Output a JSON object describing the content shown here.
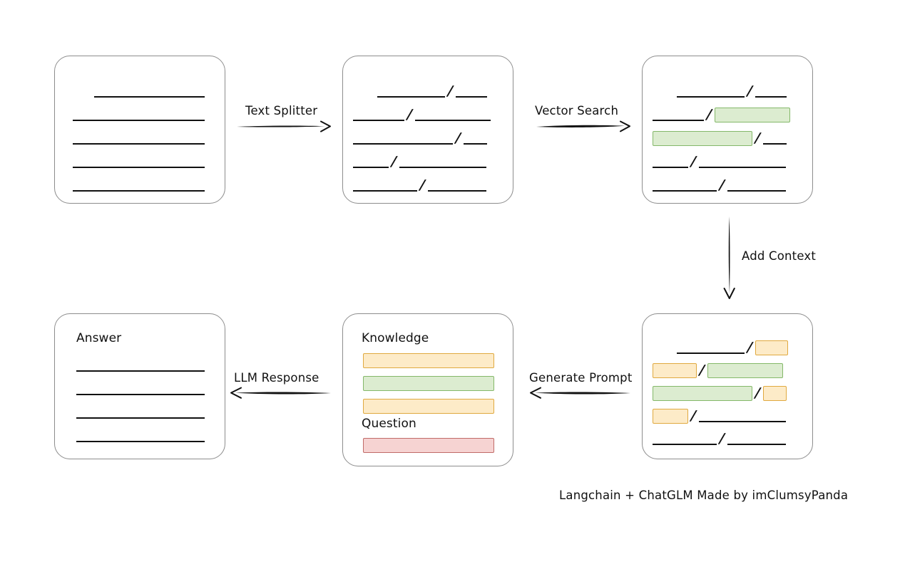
{
  "diagram": {
    "title_credit": "Langchain + ChatGLM Made by imClumsyPanda",
    "colors": {
      "card_border": "#8d8d8d",
      "line": "#111111",
      "green_fill": "#dcecd0",
      "green_border": "#84b869",
      "yellow_fill": "#fdebc8",
      "yellow_border": "#e0a93f",
      "red_fill": "#f6d3d2",
      "red_border": "#c16b68",
      "background": "#ffffff"
    },
    "arrows": [
      {
        "id": "text-splitter",
        "label": "Text Splitter",
        "direction": "right"
      },
      {
        "id": "vector-search",
        "label": "Vector Search",
        "direction": "right"
      },
      {
        "id": "add-context",
        "label": "Add Context",
        "direction": "down"
      },
      {
        "id": "generate-prompt",
        "label": "Generate Prompt",
        "direction": "left"
      },
      {
        "id": "llm-response",
        "label": "LLM Response",
        "direction": "left"
      }
    ],
    "cards": [
      {
        "id": "source-document",
        "label": "",
        "rows": [
          {
            "parts": [
              {
                "type": "line",
                "width": 155
              }
            ],
            "indent": 55
          },
          {
            "parts": [
              {
                "type": "line",
                "width": 185
              }
            ],
            "indent": 25
          },
          {
            "parts": [
              {
                "type": "line",
                "width": 185
              }
            ],
            "indent": 25
          },
          {
            "parts": [
              {
                "type": "line",
                "width": 185
              }
            ],
            "indent": 25
          },
          {
            "parts": [
              {
                "type": "line",
                "width": 185
              }
            ],
            "indent": 25
          }
        ]
      },
      {
        "id": "split-chunks",
        "label": "",
        "rows": [
          {
            "indent": 48,
            "parts": [
              {
                "type": "line",
                "width": 95
              },
              {
                "type": "slash"
              },
              {
                "type": "line",
                "width": 44
              }
            ]
          },
          {
            "indent": 14,
            "parts": [
              {
                "type": "line",
                "width": 72
              },
              {
                "type": "slash"
              },
              {
                "type": "line",
                "width": 106
              }
            ]
          },
          {
            "indent": 14,
            "parts": [
              {
                "type": "line",
                "width": 140
              },
              {
                "type": "slash"
              },
              {
                "type": "line",
                "width": 33
              }
            ]
          },
          {
            "indent": 14,
            "parts": [
              {
                "type": "line",
                "width": 50
              },
              {
                "type": "slash"
              },
              {
                "type": "line",
                "width": 122
              }
            ]
          },
          {
            "indent": 14,
            "parts": [
              {
                "type": "line",
                "width": 90
              },
              {
                "type": "slash"
              },
              {
                "type": "line",
                "width": 82
              }
            ]
          }
        ]
      },
      {
        "id": "retrieved-chunks",
        "label": "",
        "rows": [
          {
            "indent": 48,
            "parts": [
              {
                "type": "line",
                "width": 95
              },
              {
                "type": "slash"
              },
              {
                "type": "line",
                "width": 44
              }
            ]
          },
          {
            "indent": 14,
            "parts": [
              {
                "type": "line",
                "width": 72
              },
              {
                "type": "slash"
              },
              {
                "type": "chip",
                "color": "green",
                "width": 106
              }
            ]
          },
          {
            "indent": 14,
            "parts": [
              {
                "type": "chip",
                "color": "green",
                "width": 140
              },
              {
                "type": "slash"
              },
              {
                "type": "line",
                "width": 33
              }
            ]
          },
          {
            "indent": 14,
            "parts": [
              {
                "type": "line",
                "width": 50
              },
              {
                "type": "slash"
              },
              {
                "type": "line",
                "width": 122
              }
            ]
          },
          {
            "indent": 14,
            "parts": [
              {
                "type": "line",
                "width": 90
              },
              {
                "type": "slash"
              },
              {
                "type": "line",
                "width": 82
              }
            ]
          }
        ]
      },
      {
        "id": "context-chunks",
        "label": "",
        "rows": [
          {
            "indent": 48,
            "parts": [
              {
                "type": "line",
                "width": 95
              },
              {
                "type": "slash"
              },
              {
                "type": "chip",
                "color": "yellow",
                "width": 46
              }
            ]
          },
          {
            "indent": 14,
            "parts": [
              {
                "type": "chip",
                "color": "yellow",
                "width": 62
              },
              {
                "type": "slash"
              },
              {
                "type": "chip",
                "color": "green",
                "width": 106
              }
            ]
          },
          {
            "indent": 14,
            "parts": [
              {
                "type": "chip",
                "color": "green",
                "width": 140
              },
              {
                "type": "slash"
              },
              {
                "type": "chip",
                "color": "yellow",
                "width": 33
              }
            ]
          },
          {
            "indent": 14,
            "parts": [
              {
                "type": "chip",
                "color": "yellow",
                "width": 50
              },
              {
                "type": "slash"
              },
              {
                "type": "line",
                "width": 122
              }
            ]
          },
          {
            "indent": 14,
            "parts": [
              {
                "type": "line",
                "width": 90
              },
              {
                "type": "slash"
              },
              {
                "type": "line",
                "width": 82
              }
            ]
          }
        ]
      }
    ],
    "prompt_card": {
      "id": "prompt",
      "knowledge_label": "Knowledge",
      "question_label": "Question",
      "knowledge_bars": [
        {
          "color": "yellow"
        },
        {
          "color": "green"
        },
        {
          "color": "yellow"
        }
      ],
      "question_bars": [
        {
          "color": "red"
        }
      ]
    },
    "answer_card": {
      "id": "answer",
      "label": "Answer",
      "rows": [
        {
          "indent": 30,
          "parts": [
            {
              "type": "line",
              "width": 180
            }
          ]
        },
        {
          "indent": 30,
          "parts": [
            {
              "type": "line",
              "width": 180
            }
          ]
        },
        {
          "indent": 30,
          "parts": [
            {
              "type": "line",
              "width": 180
            }
          ]
        },
        {
          "indent": 30,
          "parts": [
            {
              "type": "line",
              "width": 180
            }
          ]
        }
      ]
    }
  }
}
